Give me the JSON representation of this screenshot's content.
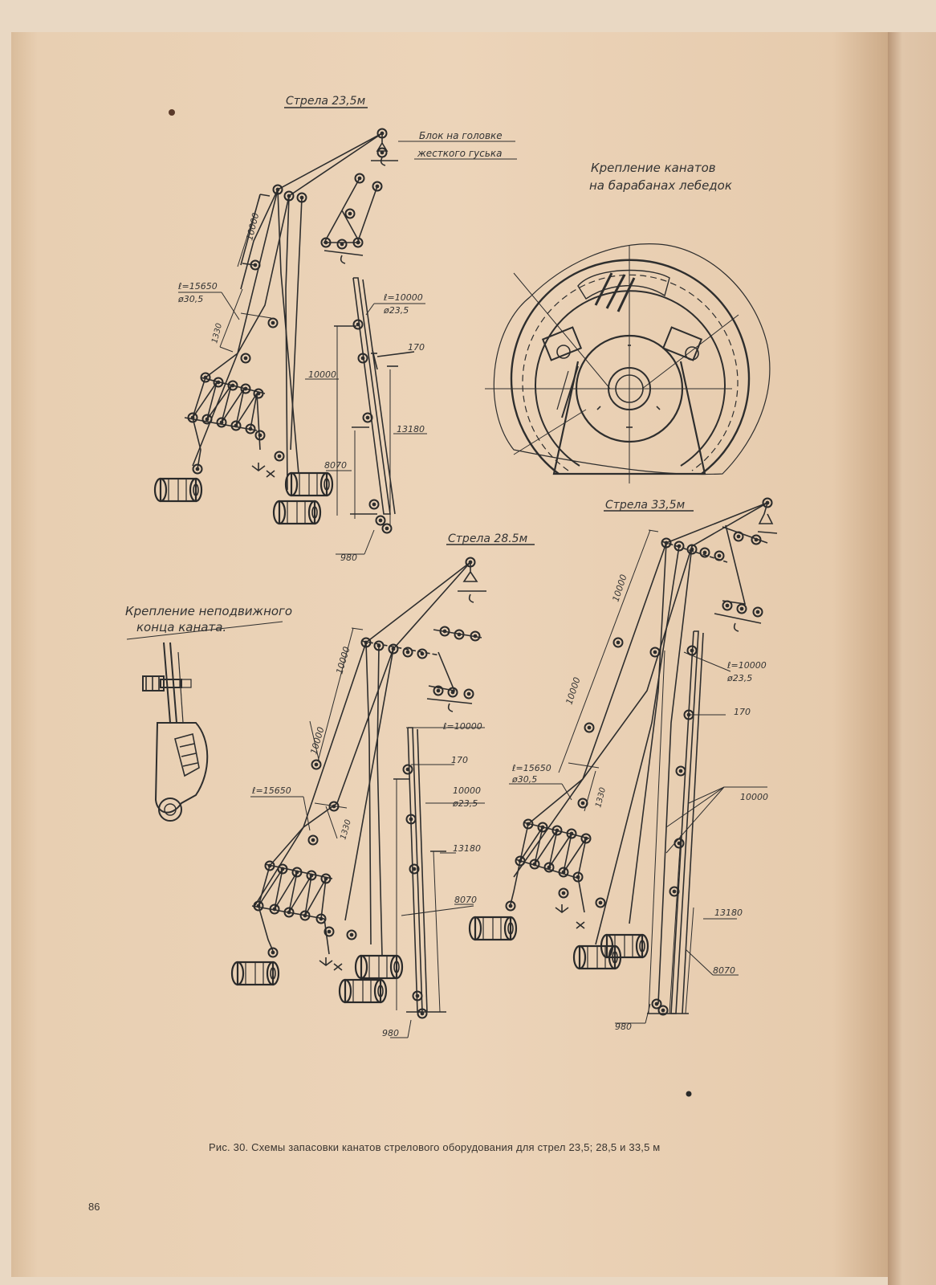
{
  "labels": {
    "boom_235_title": "Стрела 23,5м",
    "block_label_1": "Блок на головке",
    "block_label_2": "жесткого гуська",
    "drum_title_1": "Крепление канатов",
    "drum_title_2": "на барабанах лебедок",
    "anchor_title_1": "Крепление неподвижного",
    "anchor_title_2": "конца каната.",
    "boom_285_title": "Стрела 28.5м",
    "boom_335_title": "Стрела 33,5м"
  },
  "dims_235": {
    "d10000_a": "10000",
    "l15650": "ℓ=15650",
    "d305": "ø30,5",
    "d1330": "1330",
    "l10000": "ℓ=10000",
    "d235": "ø23,5",
    "d170": "170",
    "d10000_b": "10000",
    "d13180": "13180",
    "d8070": "8070",
    "d980": "980"
  },
  "dims_285": {
    "d10000_a": "10000",
    "d10000_b": "10000",
    "l15650": "ℓ=15650",
    "d1330": "1330",
    "l10000": "ℓ=10000",
    "d170": "170",
    "d10000_c": "10000",
    "d235": "ø23,5",
    "d13180": "13180",
    "d8070": "8070",
    "d980": "980"
  },
  "dims_335": {
    "d10000_a": "10000",
    "d10000_b": "10000",
    "l10000": "ℓ=10000",
    "d235": "ø23,5",
    "d170": "170",
    "l15650": "ℓ=15650",
    "d305": "ø30,5",
    "d1330": "1330",
    "d10000_c": "10000",
    "d13180": "13180",
    "d8070": "8070",
    "d980": "980"
  },
  "caption": "Рис. 30. Схемы запасовки канатов стрелового оборудования для стрел 23,5; 28,5 и 33,5 м",
  "page_number": "86"
}
